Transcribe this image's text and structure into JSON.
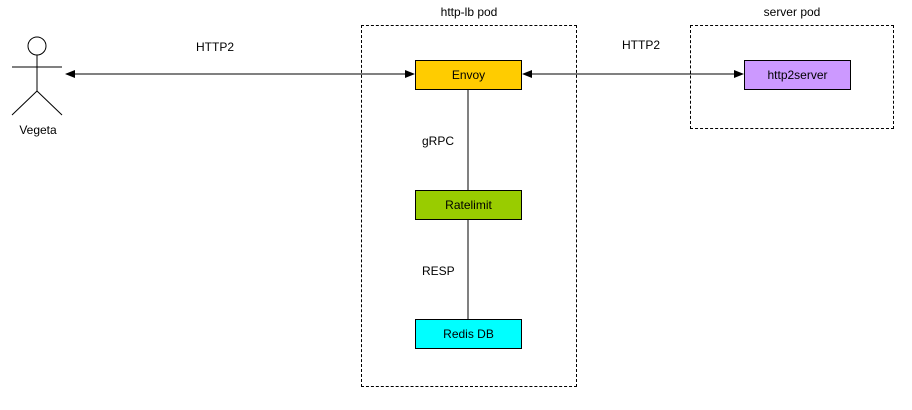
{
  "actor": {
    "label": "Vegeta",
    "icon": "stick-figure-icon"
  },
  "pods": {
    "http_lb": {
      "label": "http-lb pod"
    },
    "server": {
      "label": "server pod"
    }
  },
  "nodes": {
    "envoy": {
      "label": "Envoy",
      "color": "#FFCC00"
    },
    "ratelimit": {
      "label": "Ratelimit",
      "color": "#99CC00"
    },
    "redis": {
      "label": "Redis DB",
      "color": "#00FFFF"
    },
    "http2server": {
      "label": "http2server",
      "color": "#CC99FF"
    }
  },
  "edges": {
    "vegeta_envoy": {
      "label": "HTTP2"
    },
    "envoy_server": {
      "label": "HTTP2"
    },
    "envoy_ratelimit": {
      "label": "gRPC"
    },
    "ratelimit_redis": {
      "label": "RESP"
    }
  }
}
